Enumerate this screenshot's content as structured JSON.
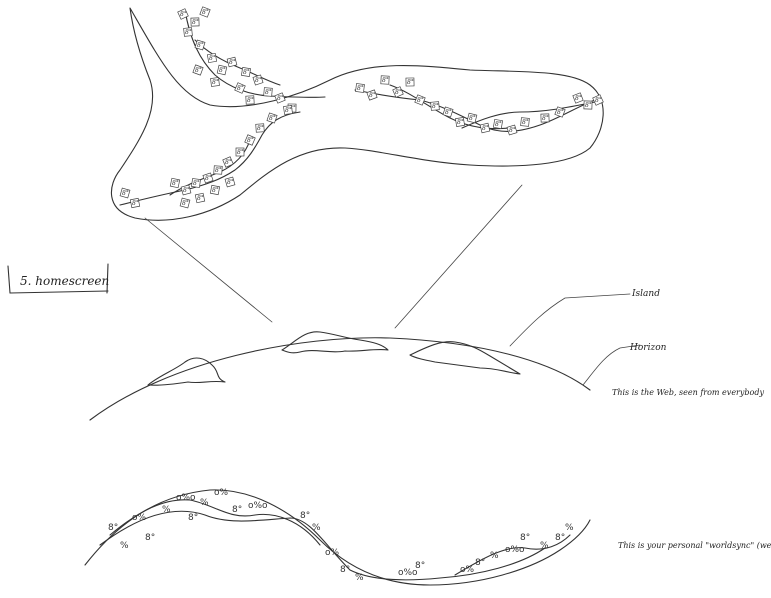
{
  "homescreen_label": "5. homescreen",
  "annotations": {
    "island": "Island",
    "horizon": "Horizon",
    "web_note": "This is the Web, seen from everybody",
    "personal_note": "This is your personal \"worldsync\" (web desktop)"
  },
  "glyph_text": "8°",
  "symbols": [
    "8°",
    "%",
    "o%",
    "8°",
    "%",
    "o%o",
    "8°",
    "%",
    "o%",
    "8°",
    "o%o",
    "8°",
    "%",
    "o%",
    "8°",
    "%",
    "o%o",
    "8°",
    "o%",
    "8°",
    "%",
    "o%o",
    "8°",
    "%"
  ]
}
